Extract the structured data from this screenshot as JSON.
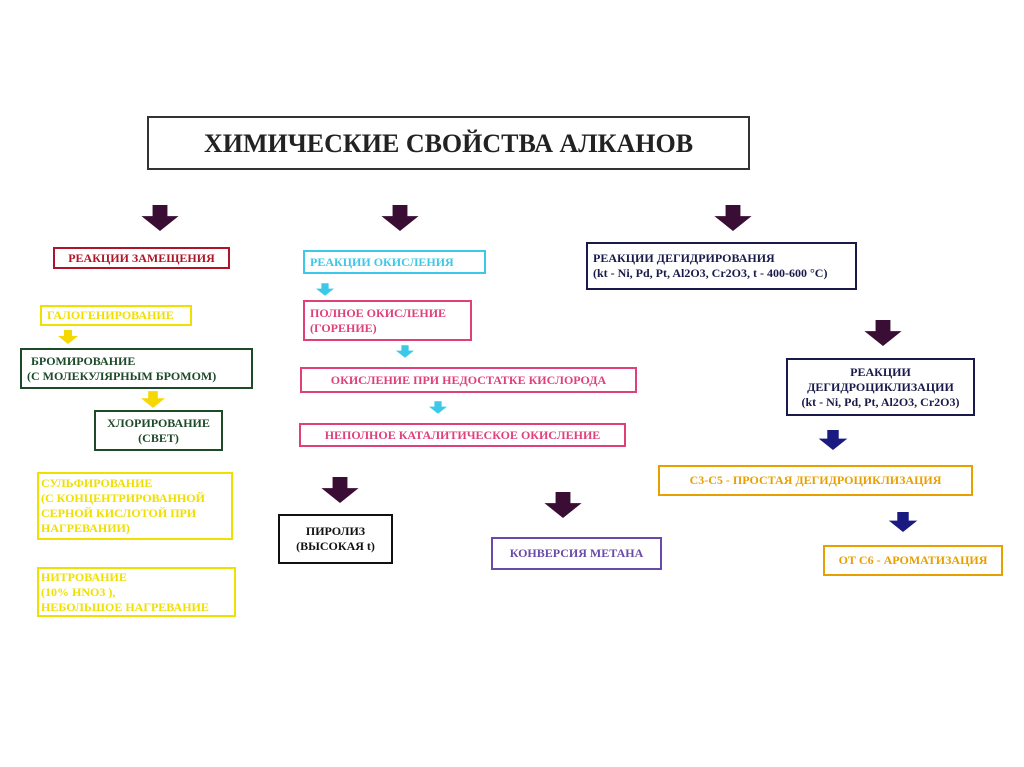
{
  "title": "ХИМИЧЕСКИЕ СВОЙСТВА АЛКАНОВ",
  "substitution": {
    "header": "РЕАКЦИИ ЗАМЕЩЕНИЯ",
    "halogenation": "ГАЛОГЕНИРОВАНИЕ",
    "bromination": [
      "БРОМИРОВАНИЕ",
      "(С МОЛЕКУЛЯРНЫМ БРОМОМ)"
    ],
    "chlorination": [
      "ХЛОРИРОВАНИЕ",
      "(СВЕТ)"
    ],
    "sulfonation": [
      "СУЛЬФИРОВАНИЕ",
      "(С КОНЦЕНТРИРОВАННОЙ",
      "СЕРНОЙ КИСЛОТОЙ ПРИ",
      "НАГРЕВАНИИ)"
    ],
    "nitration": [
      "НИТРОВАНИЕ",
      "(10% HNO3 ),",
      "НЕБОЛЬШОЕ НАГРЕВАНИЕ"
    ]
  },
  "oxidation": {
    "header": "РЕАКЦИИ ОКИСЛЕНИЯ",
    "full": [
      "ПОЛНОЕ ОКИСЛЕНИЕ",
      "(ГОРЕНИЕ)"
    ],
    "lack_oxygen": "ОКИСЛЕНИЕ ПРИ НЕДОСТАТКЕ КИСЛОРОДА",
    "catalytic": "НЕПОЛНОЕ КАТАЛИТИЧЕСКОЕ ОКИСЛЕНИЕ"
  },
  "pyrolysis": [
    "ПИРОЛИЗ",
    "(ВЫСОКАЯ t)"
  ],
  "methane_conversion": "КОНВЕРСИЯ МЕТАНА",
  "dehydrogenation": [
    "РЕАКЦИИ ДЕГИДРИРОВАНИЯ",
    "(kt - Ni, Pd, Pt, Al2O3, Cr2O3, t - 400-600 °C)"
  ],
  "dehydrocyclization": [
    "РЕАКЦИИ",
    "ДЕГИДРОЦИКЛИЗАЦИИ",
    "(kt - Ni, Pd, Pt, Al2O3, Cr2O3)"
  ],
  "simple_cyclization": "С3-С5 - ПРОСТАЯ ДЕГИДРОЦИКЛИЗАЦИЯ",
  "aromatization": "ОТ С6 - АРОМАТИЗАЦИЯ",
  "colors": {
    "arrow_main": "#3a0d34",
    "arrow_blue": "#1a1a80",
    "arrow_cyan": "#3cc8e8",
    "arrow_yellow": "#f5d800"
  }
}
